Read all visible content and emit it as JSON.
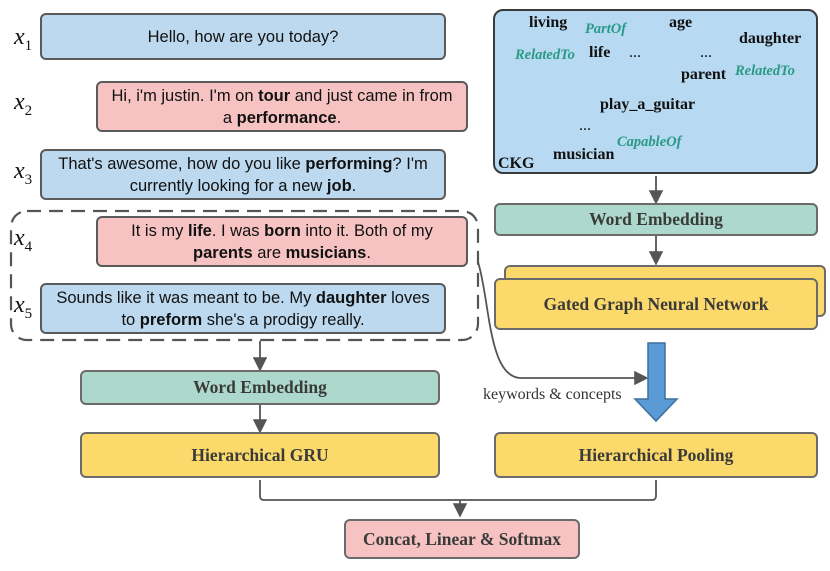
{
  "utterances": [
    {
      "label": "x",
      "index": "1",
      "parts": [
        {
          "t": "Hello, how are you today?",
          "b": false
        }
      ]
    },
    {
      "label": "x",
      "index": "2",
      "parts": [
        {
          "t": "Hi, i'm justin. I'm on ",
          "b": false
        },
        {
          "t": "tour",
          "b": true
        },
        {
          "t": " and just came in from a ",
          "b": false
        },
        {
          "t": "performance",
          "b": true
        },
        {
          "t": ".",
          "b": false
        }
      ]
    },
    {
      "label": "x",
      "index": "3",
      "parts": [
        {
          "t": "That's awesome, how do you like ",
          "b": false
        },
        {
          "t": "performing",
          "b": true
        },
        {
          "t": "? I'm currently looking for a new ",
          "b": false
        },
        {
          "t": "job",
          "b": true
        },
        {
          "t": ".",
          "b": false
        }
      ]
    },
    {
      "label": "x",
      "index": "4",
      "parts": [
        {
          "t": "It is my ",
          "b": false
        },
        {
          "t": "life",
          "b": true
        },
        {
          "t": ". I was ",
          "b": false
        },
        {
          "t": "born",
          "b": true
        },
        {
          "t": " into it. Both of my ",
          "b": false
        },
        {
          "t": "parents",
          "b": true
        },
        {
          "t": " are ",
          "b": false
        },
        {
          "t": "musicians",
          "b": true
        },
        {
          "t": ".",
          "b": false
        }
      ]
    },
    {
      "label": "x",
      "index": "5",
      "parts": [
        {
          "t": "Sounds like it was meant to be. My ",
          "b": false
        },
        {
          "t": "daughter",
          "b": true
        },
        {
          "t": " loves to ",
          "b": false
        },
        {
          "t": "preform",
          "b": true
        },
        {
          "t": " she's a prodigy really.",
          "b": false
        }
      ]
    }
  ],
  "ckg": {
    "label": "CKG",
    "nodes": {
      "living": "living",
      "life": "life",
      "age": "age",
      "daughter": "daughter",
      "parent": "parent",
      "play_a_guitar": "play_a_guitar",
      "musician": "musician"
    },
    "relations": {
      "part_of": "PartOf",
      "related_to_1": "RelatedTo",
      "related_to_2": "RelatedTo",
      "capable_of": "CapableOf"
    },
    "ellipsis": "..."
  },
  "blocks": {
    "word_embedding_left": "Word Embedding",
    "hierarchical_gru": "Hierarchical GRU",
    "word_embedding_right": "Word Embedding",
    "ggnn": "Gated Graph Neural Network",
    "hierarchical_pooling": "Hierarchical Pooling",
    "output": "Concat, Linear & Softmax"
  },
  "annotations": {
    "keywords": "keywords & concepts"
  },
  "colors": {
    "blue": "#bcd9ef",
    "pink": "#f6c3c2",
    "green": "#acd9cc",
    "yellow": "#fbd96a",
    "relation": "#2a9a86"
  }
}
